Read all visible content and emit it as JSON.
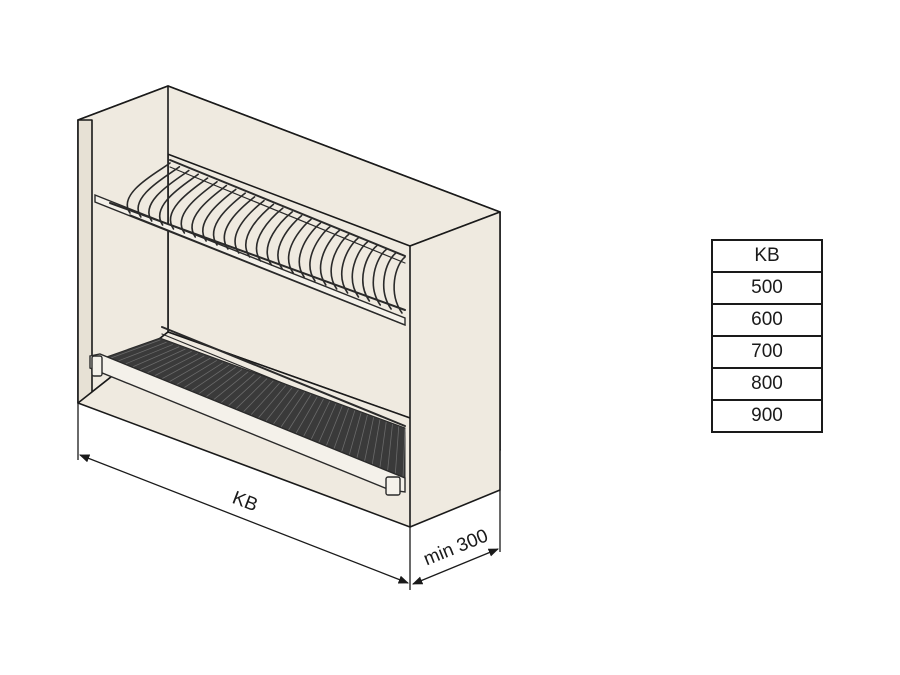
{
  "diagram": {
    "width_label": "KB",
    "depth_label": "min 300",
    "cabinet_color": "#efeae0",
    "line_color": "#1a1a1a",
    "rack_color": "#2a2a2a"
  },
  "size_table": {
    "header": "KB",
    "rows": [
      "500",
      "600",
      "700",
      "800",
      "900"
    ]
  }
}
